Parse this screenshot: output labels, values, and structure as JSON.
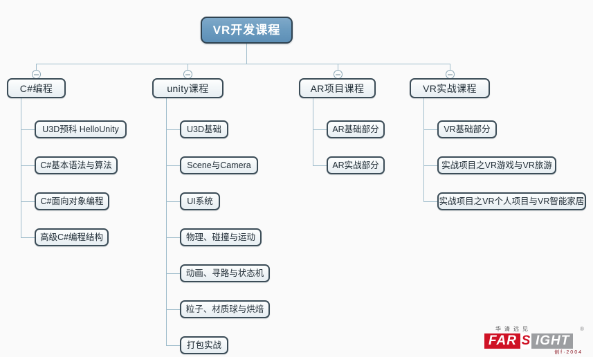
{
  "diagram": {
    "type": "tree-mindmap",
    "background_color": "#fafafa",
    "accent_color": "#5d8fb6",
    "line_color": "#9fbccb",
    "node_border_color": "#3b4c57",
    "root": {
      "label": "VR开发课程"
    },
    "branches": [
      {
        "label": "C#编程",
        "toggle_state": "expanded",
        "children": [
          {
            "label": "U3D预科 HelloUnity"
          },
          {
            "label": "C#基本语法与算法"
          },
          {
            "label": "C#面向对象编程"
          },
          {
            "label": "高级C#编程结构"
          }
        ]
      },
      {
        "label": "unity课程",
        "toggle_state": "expanded",
        "children": [
          {
            "label": "U3D基础"
          },
          {
            "label": "Scene与Camera"
          },
          {
            "label": "UI系统"
          },
          {
            "label": "物理、碰撞与运动"
          },
          {
            "label": "动画、寻路与状态机"
          },
          {
            "label": "粒子、材质球与烘焙"
          },
          {
            "label": "打包实战"
          }
        ]
      },
      {
        "label": "AR项目课程",
        "toggle_state": "expanded",
        "children": [
          {
            "label": "AR基础部分"
          },
          {
            "label": "AR实战部分"
          }
        ]
      },
      {
        "label": "VR实战课程",
        "toggle_state": "expanded",
        "children": [
          {
            "label": "VR基础部分"
          },
          {
            "label": "实战项目之VR游戏与VR旅游"
          },
          {
            "label": "实战项目之VR个人项目与VR智能家居"
          }
        ]
      }
    ]
  },
  "logo": {
    "chinese_name": "华清远见",
    "word_red": "FAR",
    "word_s": "S",
    "word_gray": "IGHT",
    "registered_mark": "®",
    "tagline": "创f·2004"
  }
}
